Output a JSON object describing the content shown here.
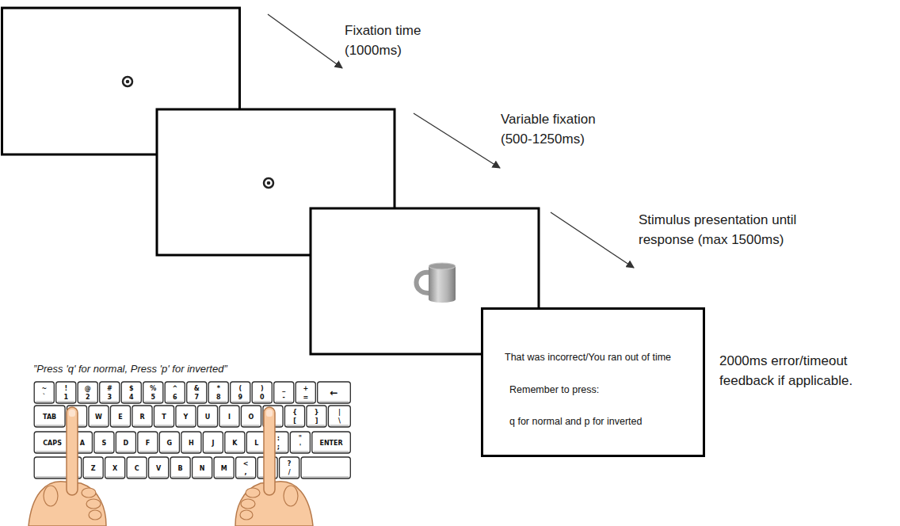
{
  "diagram": {
    "nodes": [
      {
        "text": [
          "That was incorrect/You ran out of time",
          "Remember to press:",
          "q for normal and p for inverted"
        ]
      }
    ],
    "labels": [
      "Fixation time (1000ms)",
      "Variable fixation (500-1250ms)",
      "Stimulus presentation until response (max 1500ms)",
      "2000ms error/timeout feedback if applicable.",
      "”Press 'q' for normal, Press 'p' for inverted”",
      "~",
      "`",
      "!",
      "1",
      "@",
      "2",
      "#",
      "3",
      "$",
      "4",
      "%",
      "5",
      "^",
      "6",
      "&",
      "7",
      "*",
      "8",
      "(",
      "9",
      ")",
      "0",
      "_",
      "-",
      "+",
      "=",
      "←",
      "TAB",
      "W",
      "E",
      "R",
      "T",
      "Y",
      "U",
      "I",
      "O",
      "{",
      "[",
      "}",
      "]",
      "|",
      "\\",
      "CAPS",
      "A",
      "S",
      "D",
      "F",
      "G",
      "H",
      "J",
      "K",
      "L",
      ":",
      ";",
      "\"",
      "'",
      "ENTER",
      "Z",
      "X",
      "C",
      "V",
      "B",
      "N",
      "M",
      "<",
      ",",
      "?",
      "/"
    ]
  }
}
